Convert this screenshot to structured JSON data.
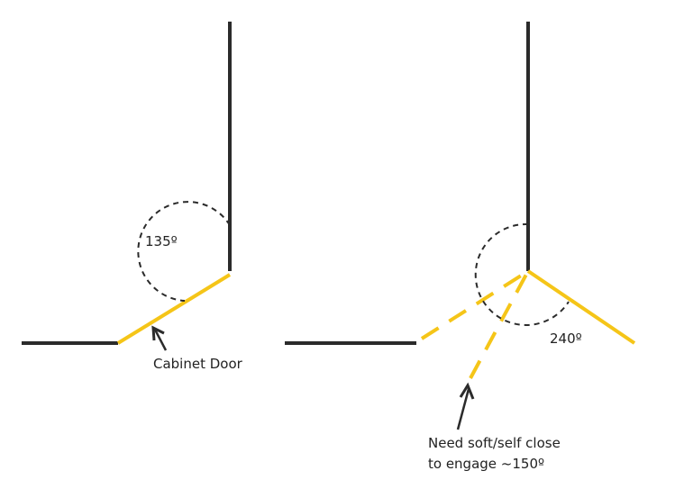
{
  "left_panel": {
    "angle_label": "135º",
    "door_label": "Cabinet Door"
  },
  "right_panel": {
    "angle_label": "240º",
    "note_line_1": "Need soft/self close",
    "note_line_2": "to engage ~150º"
  },
  "colors": {
    "wall": "#2b2b2b",
    "door": "#f5c518"
  }
}
